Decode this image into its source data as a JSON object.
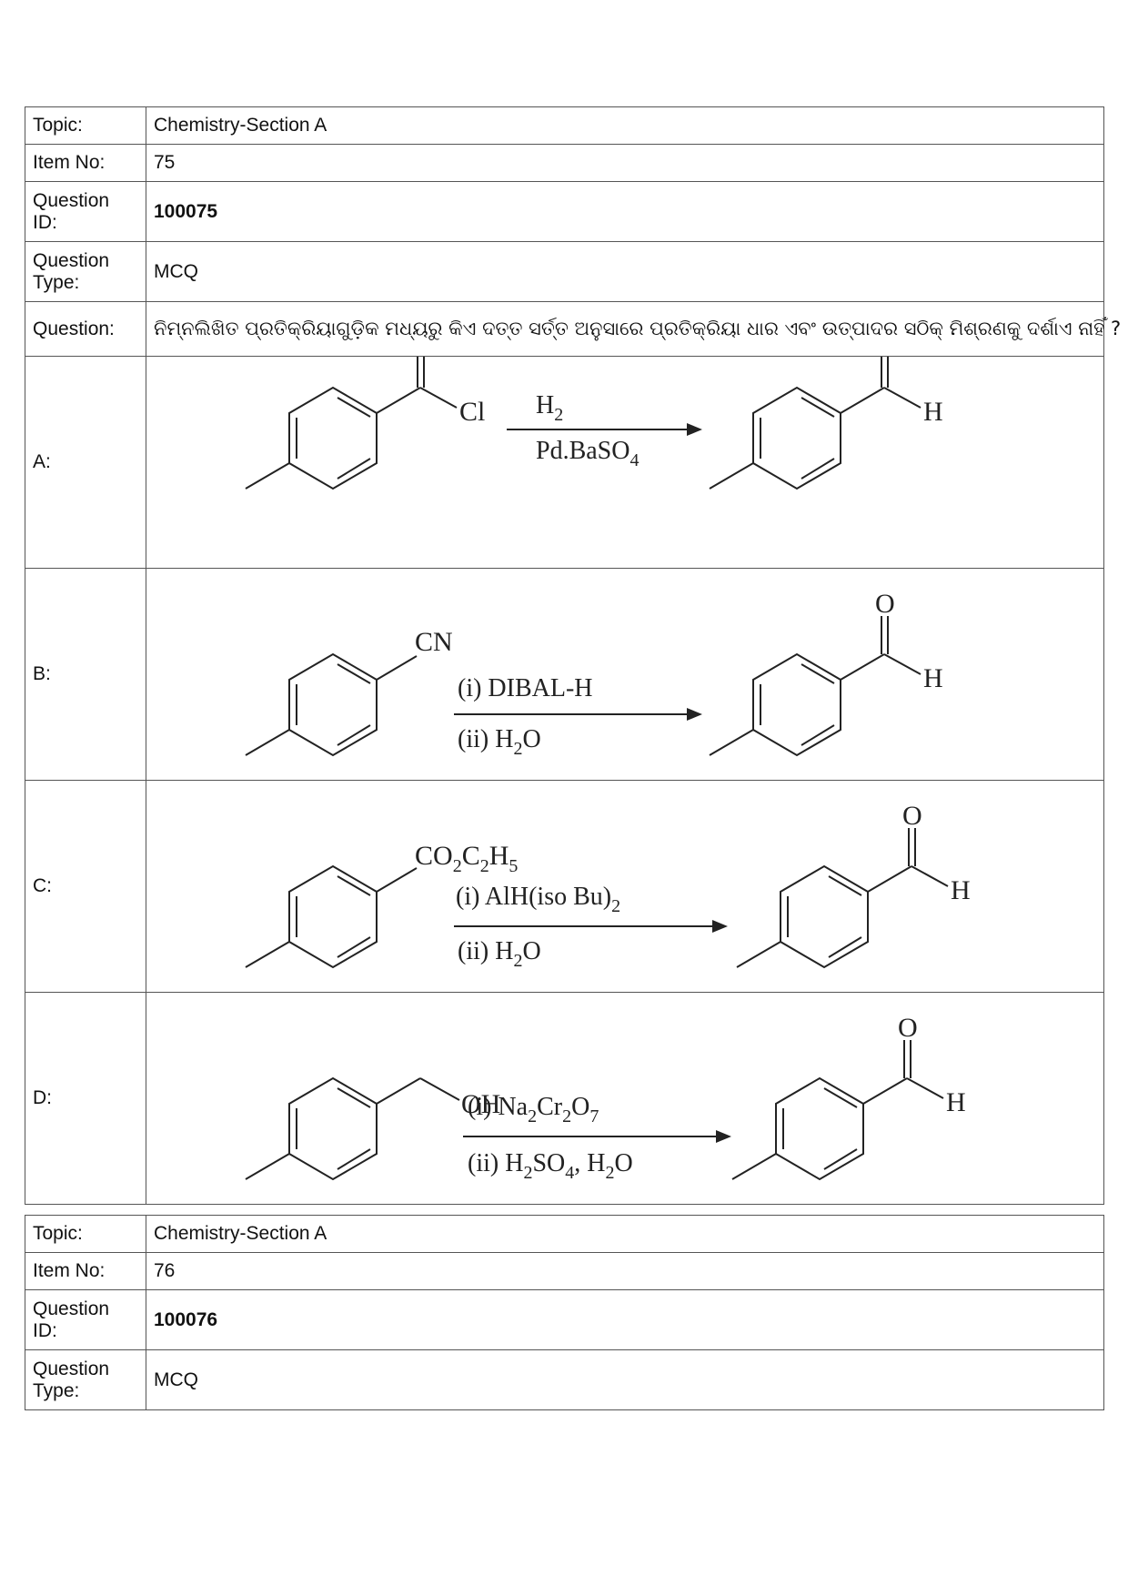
{
  "q75": {
    "topic_label": "Topic:",
    "topic": "Chemistry-Section A",
    "item_label": "Item No:",
    "item": "75",
    "qid_label": "Question ID:",
    "qid": "100075",
    "qtype_label": "Question Type:",
    "qtype": "MCQ",
    "question_label": "Question:",
    "question": "ନିମ୍ନଲିଖିତ ପ୍ରତିକ୍ରିୟାଗୁଡ଼ିକ ମଧ୍ୟରୁ କିଏ ଦତ୍ତ ସର୍ତ୍ତ ଅନୁସାରେ ପ୍ରତିକ୍ରିୟା ଧାର ଏବଂ ଉତ୍ପାଦର ସଠିକ୍ ମିଶ୍ରଣକୁ ଦର୍ଶାଏ ନାହିଁ ?",
    "options": [
      {
        "label": "A:",
        "substituent": "Cl",
        "reagent_top": "H",
        "reagent_top_sub": "2",
        "reagent_bottom": "Pd.BaSO",
        "reagent_bottom_sub": "4"
      },
      {
        "label": "B:",
        "substituent": "CN",
        "reagent_top": "(i)  DIBAL-H",
        "reagent_bottom": "(ii)  H",
        "reagent_bottom_sub": "2",
        "reagent_bottom_tail": "O"
      },
      {
        "label": "C:",
        "substituent": "CO",
        "substituent_sub1": "2",
        "substituent_mid": "C",
        "substituent_sub2": "2",
        "substituent_tail": "H",
        "substituent_sub3": "5",
        "reagent_top": "(i)  AlH(iso Bu)",
        "reagent_top_sub": "2",
        "reagent_bottom": "(ii)  H",
        "reagent_bottom_sub": "2",
        "reagent_bottom_tail": "O"
      },
      {
        "label": "D:",
        "substituent": "OH",
        "reagent_top": "(i)  Na",
        "reagent_top_sub": "2",
        "reagent_top_mid": "Cr",
        "reagent_top_sub2": "2",
        "reagent_top_mid2": "O",
        "reagent_top_sub3": "7",
        "reagent_bottom": "(ii)  H",
        "reagent_bottom_sub": "2",
        "reagent_bottom_mid": "SO",
        "reagent_bottom_sub2": "4",
        "reagent_bottom_mid2": ", H",
        "reagent_bottom_sub3": "2",
        "reagent_bottom_tail": "O"
      }
    ],
    "product": {
      "oxygen": "O",
      "hydrogen": "H"
    }
  },
  "q76": {
    "topic_label": "Topic:",
    "topic": "Chemistry-Section A",
    "item_label": "Item No:",
    "item": "76",
    "qid_label": "Question ID:",
    "qid": "100076",
    "qtype_label": "Question Type:",
    "qtype": "MCQ"
  }
}
